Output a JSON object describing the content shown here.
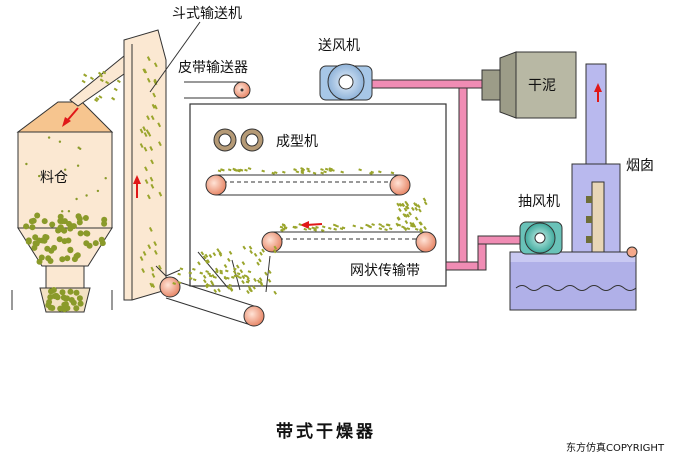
{
  "labels": {
    "bucket_elevator": "斗式输送机",
    "belt_feeder": "皮带输送器",
    "blower": "送风机",
    "dry_mud": "干泥",
    "forming_machine": "成型机",
    "bin": "料仓",
    "exhaust_fan": "抽风机",
    "chimney": "烟囱",
    "mesh_belt": "网状传输带"
  },
  "title": "带式干燥器",
  "copyright": "东方仿真COPYRIGHT",
  "colors": {
    "bin_fill": "#fbe8d2",
    "bin_top": "#f6c58f",
    "pellet": "#8a9a2a",
    "pink_pipe": "#f08cb4",
    "chimney": "#b9b9ee",
    "water_tank": "#c9c9f2",
    "arrow": "#e01818",
    "roller": "#f5a98b",
    "blower": "#a7c7e7",
    "fan": "#69c2b8",
    "hopper": "#6e6e38"
  },
  "icons": [
    "blower-icon",
    "exhaust-fan-icon",
    "roller-icon",
    "arrow-up-icon",
    "arrow-left-icon"
  ]
}
